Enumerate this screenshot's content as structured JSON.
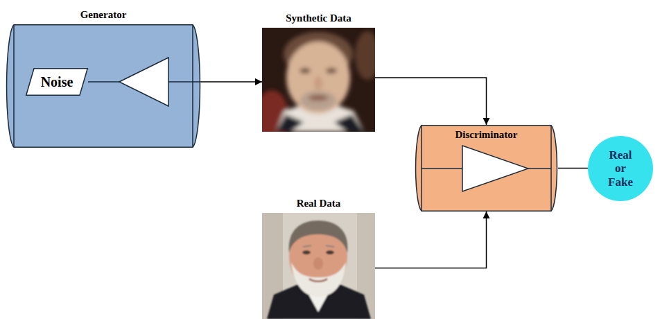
{
  "diagram": {
    "nodes": [
      {
        "text": [
          "Generator"
        ]
      },
      {
        "text": [
          "Noise"
        ],
        "in": 0
      },
      {
        "text": [
          "Synthetic Data"
        ]
      },
      {
        "text": [
          "Discriminator"
        ]
      },
      {
        "text": [
          "Real or Fake"
        ]
      },
      {
        "text": [
          "Real Data"
        ]
      }
    ],
    "edges": [
      {
        "from": 0,
        "to": 2,
        "arrow": "to"
      },
      {
        "from": 2,
        "to": 3,
        "arrow": "to"
      },
      {
        "from": 5,
        "to": 3,
        "arrow": "to"
      },
      {
        "from": 3,
        "to": 4,
        "arrow": "none"
      }
    ]
  }
}
